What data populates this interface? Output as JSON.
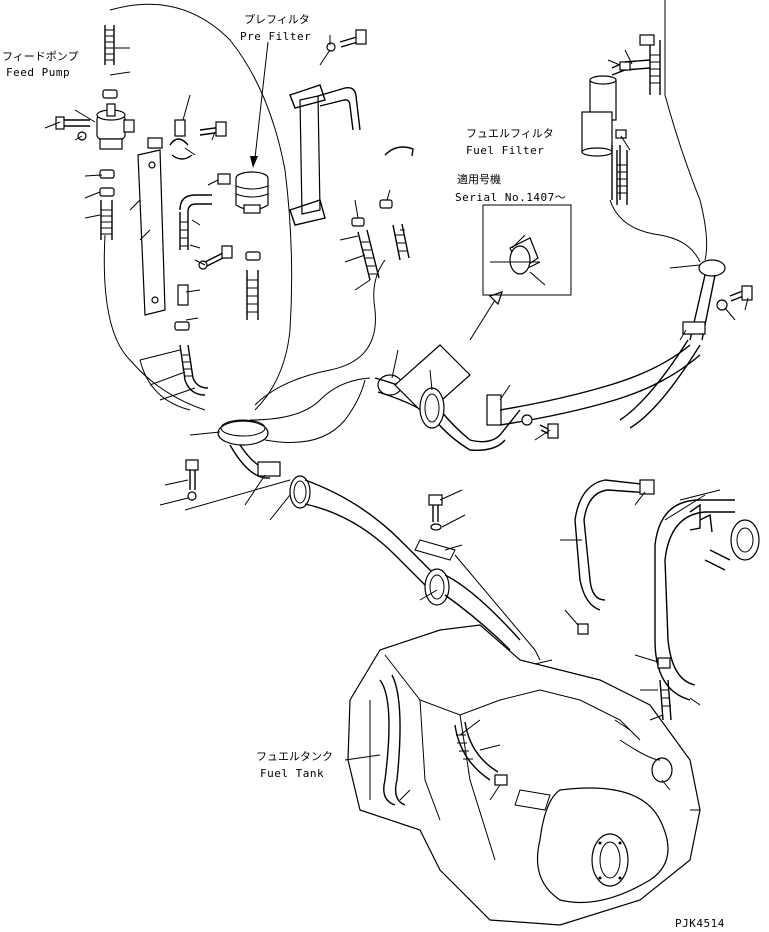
{
  "labels": {
    "feed_pump_jp": "フィードポンプ",
    "feed_pump_en": "Feed Pump",
    "pre_filter_jp": "プレフィルタ",
    "pre_filter_en": "Pre Filter",
    "fuel_filter_jp": "フュエルフィルタ",
    "fuel_filter_en": "Fuel Filter",
    "serial_jp": "適用号機",
    "serial_en": "Serial No.1407～",
    "fuel_tank_jp": "フュエルタンク",
    "fuel_tank_en": "Fuel Tank",
    "drawing_code": "PJK4514"
  },
  "colors": {
    "line": "#000000",
    "background": "#ffffff"
  }
}
